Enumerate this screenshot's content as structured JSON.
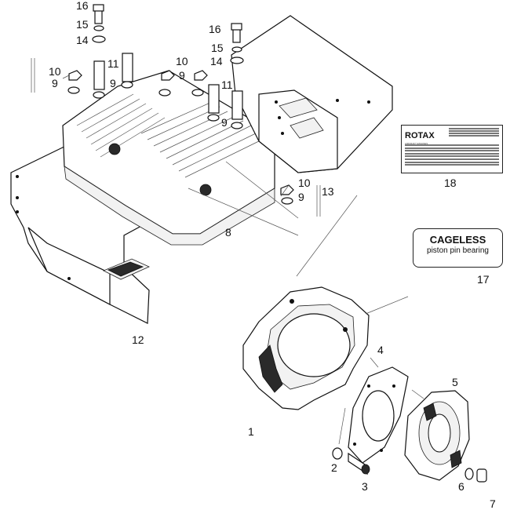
{
  "callouts": [
    {
      "key": "c16a",
      "text": "16"
    },
    {
      "key": "c15a",
      "text": "15"
    },
    {
      "key": "c14a",
      "text": "14"
    },
    {
      "key": "c16b",
      "text": "16"
    },
    {
      "key": "c15b",
      "text": "15"
    },
    {
      "key": "c14b",
      "text": "14"
    },
    {
      "key": "c10a",
      "text": "10"
    },
    {
      "key": "c9a",
      "text": "9"
    },
    {
      "key": "c11a",
      "text": "11"
    },
    {
      "key": "c9b",
      "text": "9"
    },
    {
      "key": "c10b",
      "text": "10"
    },
    {
      "key": "c9c",
      "text": "9"
    },
    {
      "key": "c11b",
      "text": "11"
    },
    {
      "key": "c9d",
      "text": "9"
    },
    {
      "key": "c10c",
      "text": "10"
    },
    {
      "key": "c9e",
      "text": "9"
    },
    {
      "key": "c13",
      "text": "13"
    },
    {
      "key": "c18",
      "text": "18"
    },
    {
      "key": "c8",
      "text": "8"
    },
    {
      "key": "c12",
      "text": "12"
    },
    {
      "key": "c17",
      "text": "17"
    },
    {
      "key": "c4",
      "text": "4"
    },
    {
      "key": "c5",
      "text": "5"
    },
    {
      "key": "c1",
      "text": "1"
    },
    {
      "key": "c2",
      "text": "2"
    },
    {
      "key": "c3",
      "text": "3"
    },
    {
      "key": "c6",
      "text": "6"
    },
    {
      "key": "c7",
      "text": "7"
    }
  ],
  "labels": {
    "cageless_title": "CAGELESS",
    "cageless_subtitle": "piston pin bearing",
    "plate_brand": "ROTAX",
    "plate_sub": "AIRCRAFT ENGINES"
  }
}
